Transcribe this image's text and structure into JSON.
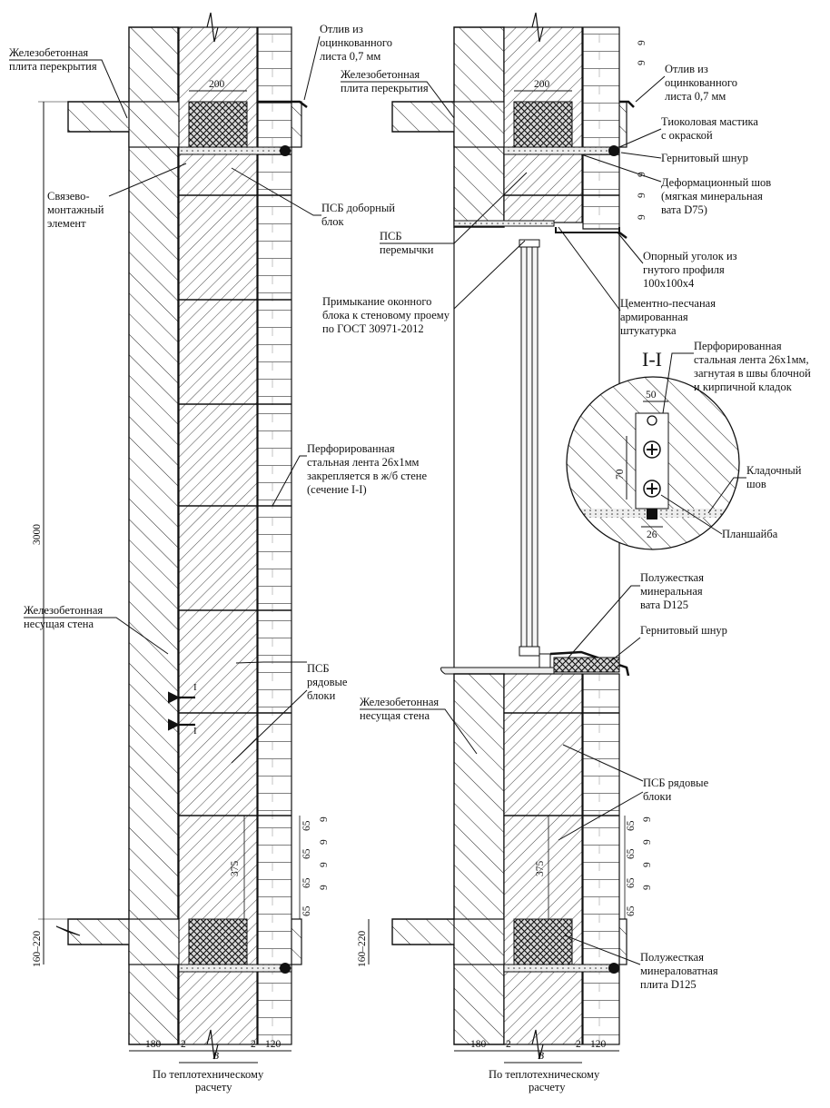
{
  "left_labels": {
    "otliv": [
      "Отлив из",
      "оцинкованного",
      "листа 0,7 мм"
    ],
    "slab": [
      "Железобетонная",
      "плита перекрытия"
    ],
    "svyaz": [
      "Связево-",
      "монтажный",
      "элемент"
    ],
    "psb_extra": [
      "ПСБ доборный",
      "блок"
    ],
    "tape": [
      "Перфорированная",
      "стальная лента 26х1мм",
      "закрепляется в ж/б стене",
      "(сечение I-I)"
    ],
    "wall": [
      "Железобетонная",
      "несущая стена"
    ],
    "psb_row": [
      "ПСБ",
      "рядовые",
      "блоки"
    ]
  },
  "right_labels": {
    "slab": [
      "Железобетонная",
      "плита перекрытия"
    ],
    "otliv": [
      "Отлив из",
      "оцинкованного",
      "листа 0,7 мм"
    ],
    "thiokol": [
      "Тиоколовая мастика",
      "с окраской"
    ],
    "hernit_top": [
      "Гернитовый шнур"
    ],
    "deform": [
      "Деформационный шов",
      "(мягкая минеральная",
      "вата D75)"
    ],
    "psb_lintel": [
      "ПСБ",
      "перемычки"
    ],
    "angle": [
      "Опорный уголок из",
      "гнутого профиля",
      "100х100х4"
    ],
    "junction": [
      "Примыкание оконного",
      "блока к стеновому проему",
      "по ГОСТ 30971-2012"
    ],
    "plaster": [
      "Цементно-песчаная",
      "армированная",
      "штукатурка"
    ],
    "semi_rigid": [
      "Полужесткая",
      "минеральная",
      "вата D125"
    ],
    "hernit_bottom": [
      "Гернитовый шнур"
    ],
    "wall": [
      "Железобетонная",
      "несущая стена"
    ],
    "psb_row": [
      "ПСБ рядовые",
      "блоки"
    ],
    "mw_plate": [
      "Полужесткая",
      "минераловатная",
      "плита D125"
    ]
  },
  "section": {
    "title": "I-I",
    "tape": [
      "Перфорированная",
      "стальная лента 26х1мм,",
      "загнутая в швы блочной",
      "и кирпичной кладок"
    ],
    "joint": [
      "Кладочный",
      "шов"
    ],
    "washer": [
      "Планшайба"
    ],
    "dim_top": "50",
    "dim_side": "70",
    "dim_bottom": "26",
    "cut_mark": "I"
  },
  "dims": {
    "height": "3000",
    "slab_height": "160–220",
    "top_width": "200",
    "block_height": "375",
    "brick_course": "65",
    "joint": "9",
    "wall": "180",
    "gap": "2",
    "insulation": "B",
    "facing": "120"
  },
  "footer": {
    "left": [
      "По теплотехническому",
      "расчету"
    ],
    "right": [
      "По теплотехническому",
      "расчету"
    ]
  }
}
